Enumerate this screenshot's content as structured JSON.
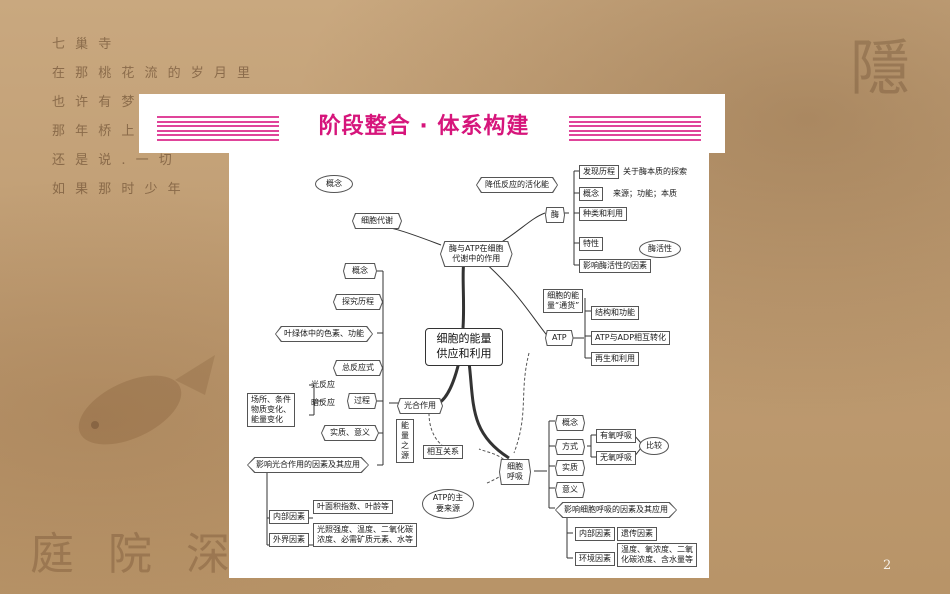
{
  "slide": {
    "title": "阶段整合 · 体系构建",
    "page_number": "2",
    "background_poem": [
      "七 巢 寺",
      "在 那 桃 花 流 的 岁 月 里",
      "也 许 有 梦 同 游 时 的 笑",
      "那 年 桥 上 的",
      "还 是 说 . 一 切",
      "如 果 那 时 少 年"
    ],
    "background_bottom_text": "庭 院 深 深",
    "background_right_text": "隱"
  },
  "diagram": {
    "center": "细胞的能量\n供应和利用",
    "enzyme_atp_hub": "酶与ATP在细胞\n代谢中的作用",
    "metabolism": "细胞代谢",
    "concept_cloud": "概念",
    "lower_activation": "降低反应的活化能",
    "enzyme": "酶",
    "enzyme_branches": {
      "discovery": "发现历程",
      "discovery_detail": "关于酶本质的探索",
      "concept": "概念",
      "concept_detail": "来源；功能；本质",
      "types": "种类和利用",
      "properties": "特性",
      "activity_cloud": "酶活性",
      "factors": "影响酶活性的因素"
    },
    "atp": "ATP",
    "atp_branches": {
      "currency": "细胞的能\n量“通货”",
      "structure": "结构和功能",
      "conversion": "ATP与ADP相互转化",
      "regeneration": "再生和利用"
    },
    "photosynthesis": "光合作用",
    "photo_branches": {
      "concept": "概念",
      "history": "探究历程",
      "pigments": "叶绿体中的色素、功能",
      "equation": "总反应式",
      "process": "过程",
      "light_reaction": "光反应",
      "dark_reaction": "暗反应",
      "location_box": "场所、条件\n物质变化、\n能量变化",
      "essence": "实质、意义",
      "factors": "影响光合作用的因素及其应用",
      "internal": "内部因素",
      "internal_detail": "叶面积指数、叶龄等",
      "external": "外界因素",
      "external_detail": "光照强度、温度、二氧化碳\n浓度、必需矿质元素、水等"
    },
    "energy_source_label": "能\n量\n之\n源",
    "mutual_relation": "相互关系",
    "respiration": "细胞\n呼吸",
    "resp_branches": {
      "concept": "概念",
      "modes": "方式",
      "aerobic": "有氧呼吸",
      "anaerobic": "无氧呼吸",
      "compare": "比较",
      "essence": "实质",
      "meaning": "意义",
      "factors": "影响细胞呼吸的因素及其应用",
      "internal": "内部因素",
      "internal_detail": "遗传因素",
      "external": "环境因素",
      "external_detail": "温度、氧浓度、二氧\n化碳浓度、含水量等"
    },
    "atp_source_cloud": "ATP的主\n要来源"
  }
}
